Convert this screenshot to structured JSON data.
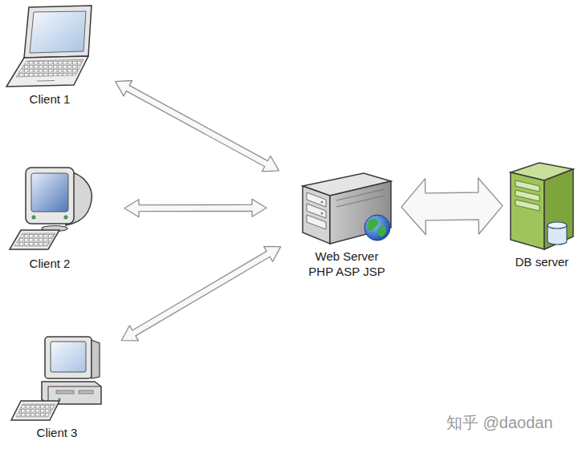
{
  "diagram": {
    "nodes": [
      {
        "text": [
          "Client 1"
        ]
      },
      {
        "text": [
          "Client 2"
        ]
      },
      {
        "text": [
          "Client 3"
        ]
      },
      {
        "text": [
          "Web Server PHP ASP JSP"
        ]
      },
      {
        "text": [
          "DB server"
        ]
      }
    ],
    "edges": [
      {
        "from": 0,
        "to": 3,
        "arrow": "both"
      },
      {
        "from": 1,
        "to": 3,
        "arrow": "both"
      },
      {
        "from": 2,
        "to": 3,
        "arrow": "both"
      },
      {
        "from": 3,
        "to": 4,
        "arrow": "both"
      }
    ],
    "labels": [
      "知乎 @daodan"
    ]
  }
}
